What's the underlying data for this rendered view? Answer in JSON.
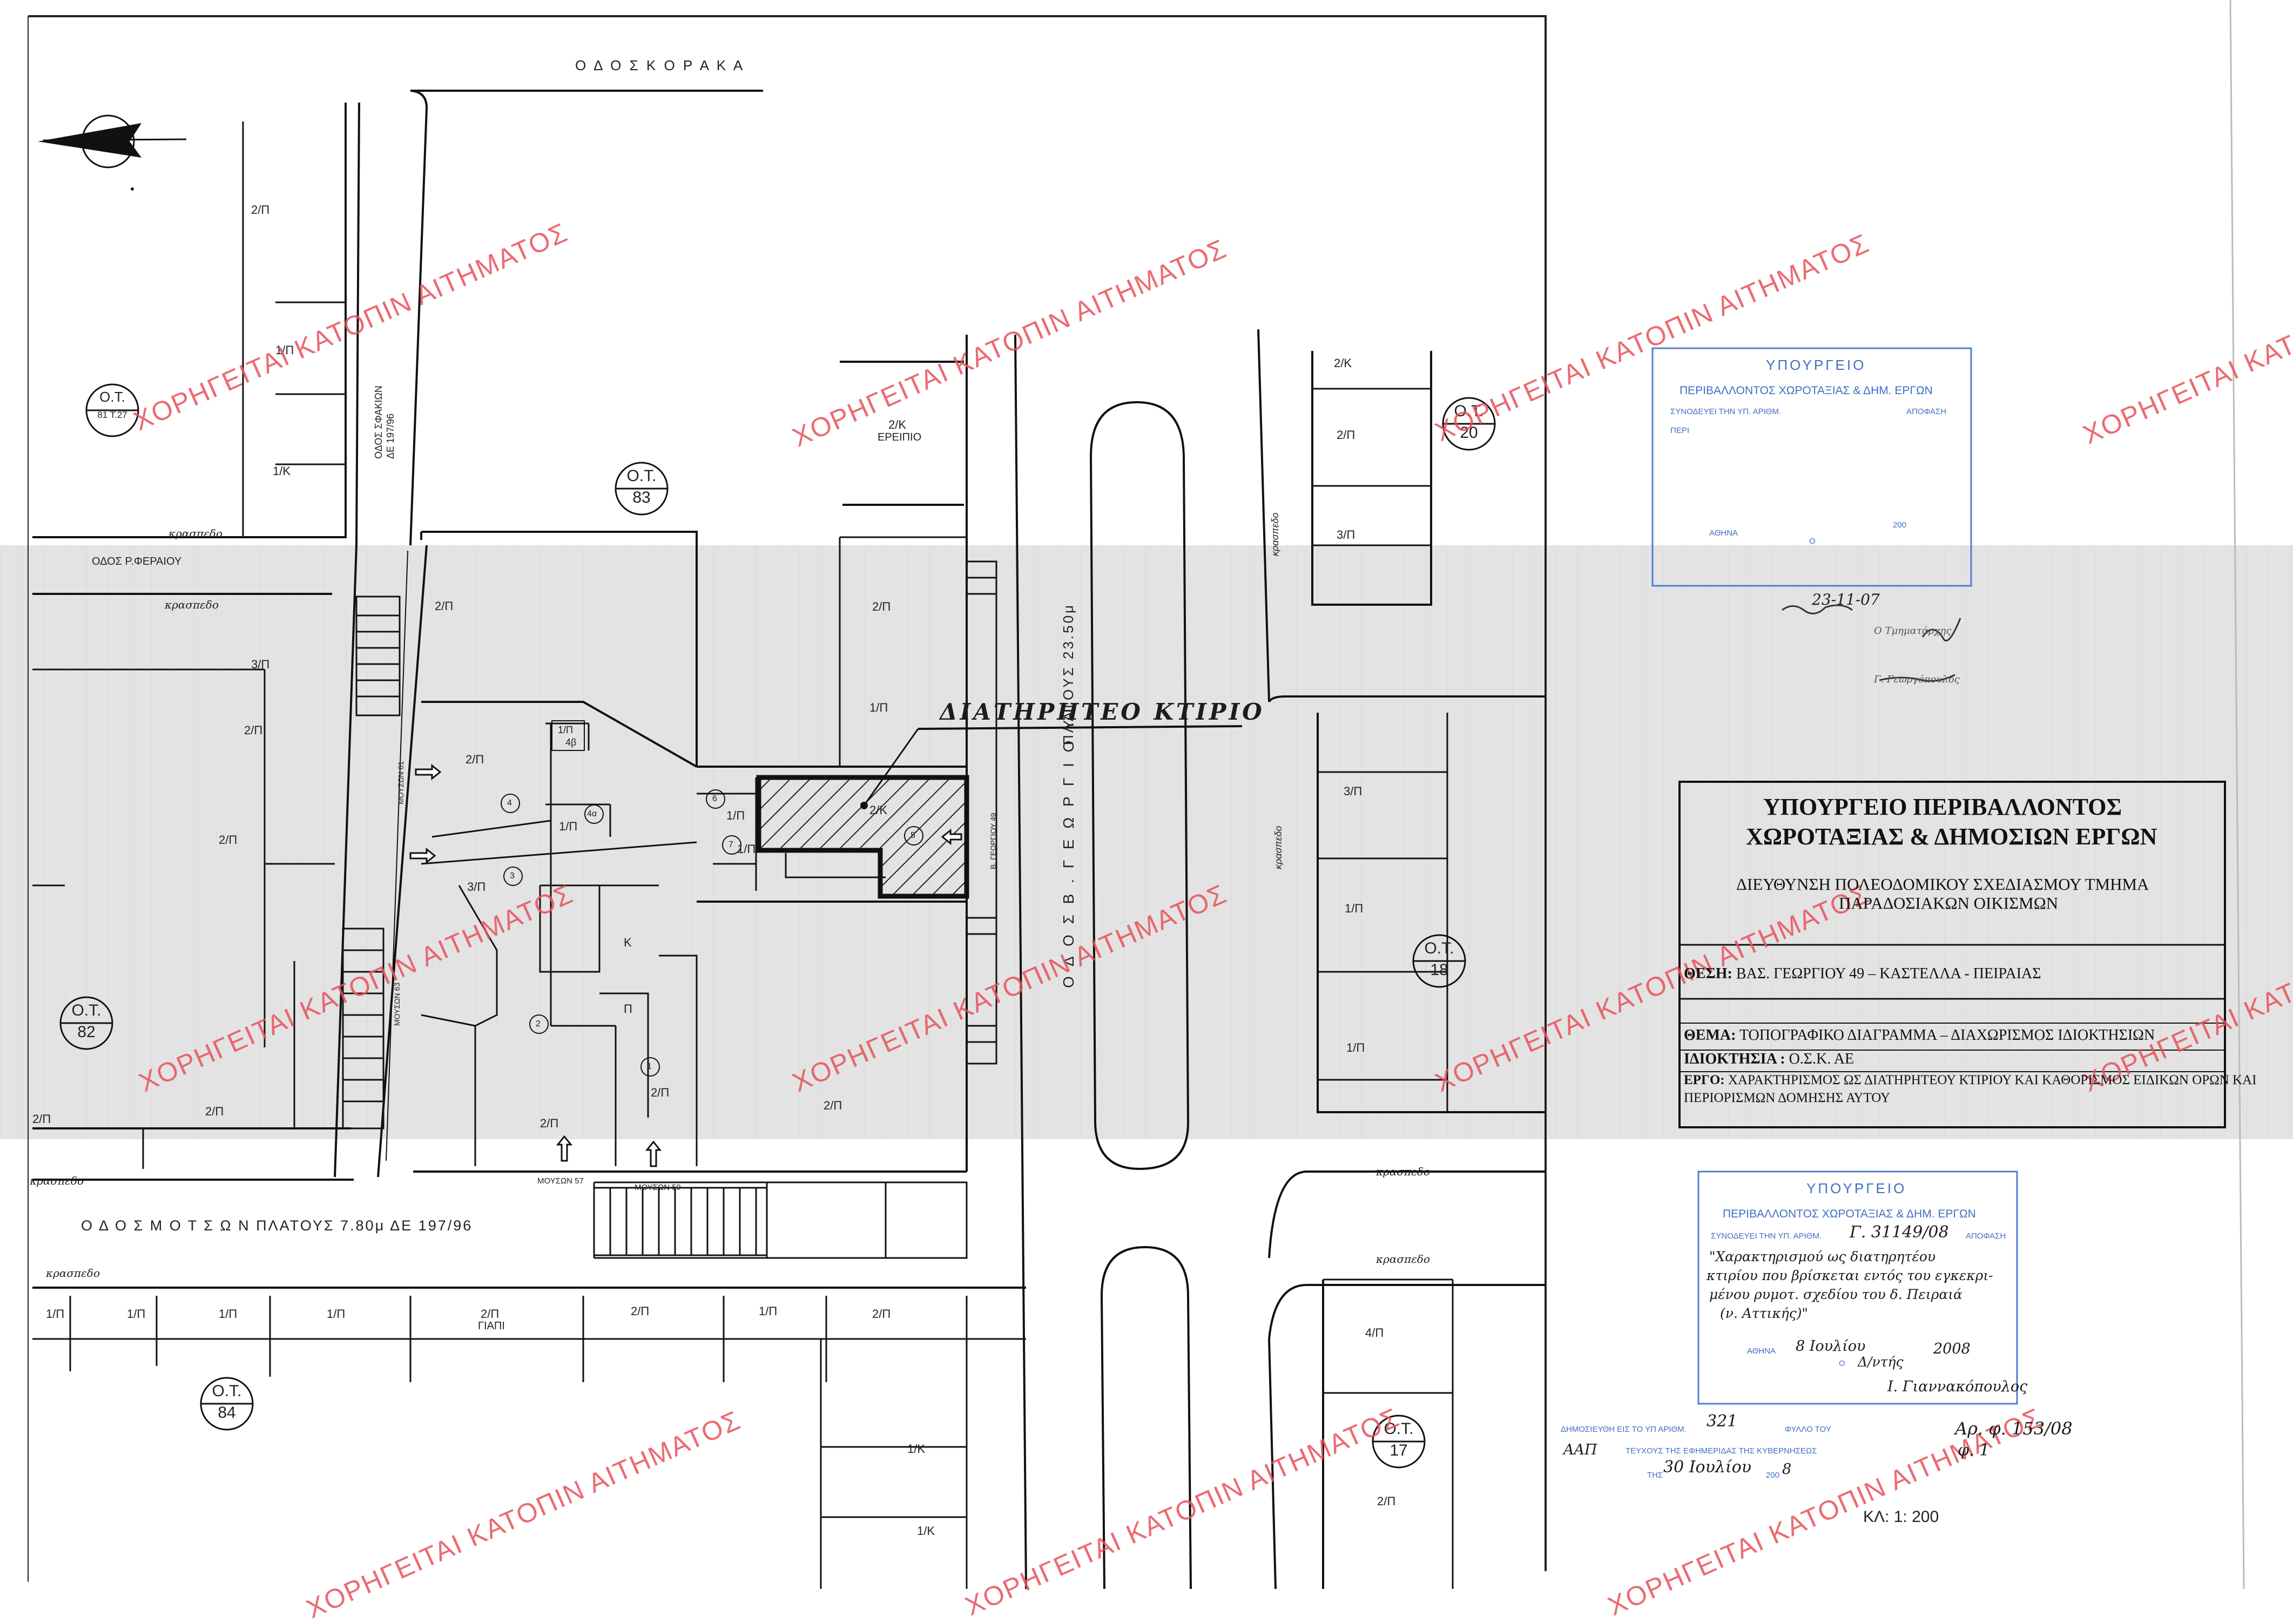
{
  "streets": {
    "korakas": "Ο Δ Ο Σ   Κ Ο Ρ Α Κ Α",
    "ferraiou": "ΟΔΟΣ Ρ.ΦΕΡΑΙΟΥ",
    "motson": "Ο Δ Ο Σ   Μ Ο Τ Σ Ω Ν      ΠΛΑΤΟΥΣ 7.80μ  ΔΕ 197/96",
    "sfakion": "ΟΔΟΣ ΣΦΑΚΙΩΝ",
    "sfakion_de": "ΔΕ 197/96",
    "vas_georgiou": "Ο Δ Ο Σ   Β .   Γ Ε Ω Ρ Γ Ι Ο Υ",
    "vas_georgiou_width": "ΠΛΑΤΟΥΣ 23.50μ",
    "moyson_57": "ΜΟΥΣΩΝ 57",
    "moyson_59": "ΜΟΥΣΩΝ 59",
    "moyson_ft": "ΜΟΥΣΩΝ 61",
    "moyson_left": "ΜΟΥΣΩΝ 63",
    "georgiou_49": "Β. ΓΕΩΡΓΙΟΥ 49"
  },
  "curb_label": "κρασπεδο",
  "curb_label_alt": "κρασπεδο",
  "blocks": {
    "b81": {
      "top": "Ο.Τ.",
      "bottom": "81  Τ.27"
    },
    "b83": {
      "top": "Ο.Τ.",
      "bottom": "83"
    },
    "b20": {
      "top": "Ο.Τ.",
      "bottom": "20"
    },
    "b82": {
      "top": "Ο.Τ.",
      "bottom": "82"
    },
    "b18": {
      "top": "Ο.Τ.",
      "bottom": "18"
    },
    "b84": {
      "top": "Ο.Τ.",
      "bottom": "84"
    },
    "b17": {
      "top": "Ο.Τ.",
      "bottom": "17"
    }
  },
  "parcels": {
    "p_2p_a": "2/Π",
    "p_1p_a": "1/Π",
    "p_1k_a": "1/Κ",
    "p_2p_b": "2/Π",
    "p_3p_a": "3/Π",
    "p_2p_c": "2/Π",
    "p_2p_d": "2/Π",
    "p_2p_e": "2/Π",
    "p_1p_4b": "1/Π",
    "p_4b": "4β",
    "p_4": "4",
    "p_1p_4a": "1/Π",
    "p_4a": "4α",
    "p_3p_b": "3/Π",
    "p_3": "3",
    "p_k": "Κ",
    "p_p": "Π",
    "p_2": "2",
    "p_1": "1",
    "p_2p_f": "2/Π",
    "p_2p_g": "2/Π",
    "p_2p_h": "2/Π",
    "p_2p_i": "2/Π",
    "p_2p_j": "2/Π",
    "p_6": "6",
    "p_7": "7",
    "p_1p_6": "1/Π",
    "p_1p_7": "1/Π",
    "p_2k_hatch": "2/Κ",
    "p_5": "5",
    "p_2k_erip": "2/Κ",
    "p_erip": "ΕΡΕΙΠΙΟ",
    "p_2p_83": "2/Π",
    "p_1p_83": "1/Π",
    "p_2p_83b": "2/Π",
    "p_2k_20": "2/Κ",
    "p_2p_20": "2/Π",
    "p_3p_20": "3/Π",
    "p_3p_18": "3/Π",
    "p_1p_18a": "1/Π",
    "p_1p_18b": "1/Π",
    "p_4p_17": "4/Π",
    "p_2p_17": "2/Π",
    "p_1k_84a": "1/Κ",
    "p_1k_84b": "1/Κ",
    "row84": [
      "1/Π",
      "1/Π",
      "1/Π",
      "1/Π",
      "2/Π",
      "2/Π",
      "1/Π",
      "2/Π"
    ],
    "row84_gapi": "ΓΙΑΠΙ"
  },
  "listed_building": "ΔΙΑΤΗΡΗΤΕΟ  ΚΤΙΡΙΟ",
  "watermark": "ΧΟΡΗΓΕΙΤΑΙ ΚΑΤΟΠΙΝ ΑΙΤΗΜΑΤΟΣ",
  "stamp_top": {
    "title": "ΥΠΟΥΡΓΕΙΟ",
    "subtitle": "ΠΕΡΙΒΑΛΛΟΝΤΟΣ ΧΩΡΟΤΑΞΙΑΣ & ΔΗΜ. ΕΡΓΩΝ",
    "line1": "ΣΥΝΟΔΕΥΕΙ ΤΗΝ ΥΠ. ΑΡΙΘΜ.",
    "line1b": "ΑΠΟΦΑΣΗ",
    "line2": "ΠΕΡΙ",
    "city": "ΑΘΗΝΑ",
    "year": "200",
    "o": "Ο",
    "date_hand": "23-11-07"
  },
  "title_block": {
    "ministry_1": "ΥΠΟΥΡΓΕΙΟ ΠΕΡΙΒΑΛΛΟΝΤΟΣ",
    "ministry_2": "ΧΩΡΟΤΑΞΙΑΣ & ΔΗΜΟΣΙΩΝ ΕΡΓΩΝ",
    "directorate_1": "ΔΙΕΥΘΥΝΣΗ ΠΟΛΕΟΔΟΜΙΚΟΥ ΣΧΕΔΙΑΣΜΟΥ ΤΜΗΜΑ",
    "directorate_2": "ΠΑΡΑΔΟΣΙΑΚΩΝ ΟΙΚΙΣΜΩΝ",
    "thesi_label": "ΘΕΣΗ:",
    "thesi": "ΒΑΣ. ΓΕΩΡΓΙΟΥ 49 – ΚΑΣΤΕΛΛΑ - ΠΕΙΡΑΙΑΣ",
    "thema_label": "ΘΕΜΑ:",
    "thema": "ΤΟΠΟΓΡΑΦΙΚΟ ΔΙΑΓΡΑΜΜΑ – ΔΙΑΧΩΡΙΣΜΟΣ ΙΔΙΟΚΤΗΣΙΩΝ",
    "owner_label": "ΙΔΙΟΚΤΗΣΙΑ :",
    "owner": "Ο.Σ.Κ. ΑΕ",
    "ergo_label": "ΕΡΓΟ:",
    "ergo_1": "ΧΑΡΑΚΤΗΡΙΣΜΟΣ ΩΣ ΔΙΑΤΗΡΗΤΕΟΥ ΚΤΙΡΙΟΥ ΚΑΙ ΚΑΘΟΡΙΣΜΟΣ ΕΙΔΙΚΩΝ ΟΡΩΝ ΚΑΙ",
    "ergo_2": "ΠΕΡΙΟΡΙΣΜΩΝ ΔΟΜΗΣΗΣ ΑΥΤΟΥ"
  },
  "stamp_bottom": {
    "title": "ΥΠΟΥΡΓΕΙΟ",
    "subtitle": "ΠΕΡΙΒΑΛΛΟΝΤΟΣ ΧΩΡΟΤΑΞΙΑΣ & ΔΗΜ. ΕΡΓΩΝ",
    "line1": "ΣΥΝΟΔΕΥΕΙ ΤΗΝ ΥΠ. ΑΡΙΘΜ.",
    "decision": "Γ. 31149/08",
    "decision_label": "ΑΠΟΦΑΣΗ",
    "hand_1": "\"Χαρακτηρισμού ως διατηρητέου",
    "hand_2": "κτιρίου που βρίσκεται εντός του εγκεκρι-",
    "hand_3": "μένου ρυμοτ. σχεδίου του δ. Πειραιά",
    "hand_4": "(ν. Αττικής)\"",
    "city": "ΑΘΗΝΑ",
    "date_hand": "8 Ιουλίου",
    "year": "2008",
    "o": "Ο",
    "role_hand": "Δ/ντής",
    "signer_hand": "Ι. Γιαννακόπουλος"
  },
  "publication": {
    "line1": "ΔΗΜΟΣΙΕΥΘΗ ΕΙΣ ΤΟ ΥΠ ΑΡΙΘΜ.",
    "num_hand": "321",
    "line1b": "ΦΥΛΛΟ ΤΟΥ",
    "aap_hand": "ΑΑΠ",
    "line2": "ΤΕΥΧΟΥΣ ΤΗΣ ΕΦΗΜΕΡΙΔΑΣ ΤΗΣ ΚΥΒΕΡΝΗΣΕΩΣ",
    "line3": "ΤΗΣ",
    "date_hand": "30 Ιουλίου",
    "year": "200",
    "year_hand": "8"
  },
  "ref": {
    "line1": "Αρ. φ.  153/08",
    "line2": "φ. 1"
  },
  "scale": "ΚΛ: 1: 200",
  "scribbles": {
    "a": "Ο Τμηματάρχης",
    "b": "Γ. Γεωργόπουλος"
  },
  "colors": {
    "line": "#111111",
    "band": "#d8d8d8",
    "stamp": "#3d6fc3",
    "watermark": "#e8525a",
    "hatch": "#222222"
  }
}
